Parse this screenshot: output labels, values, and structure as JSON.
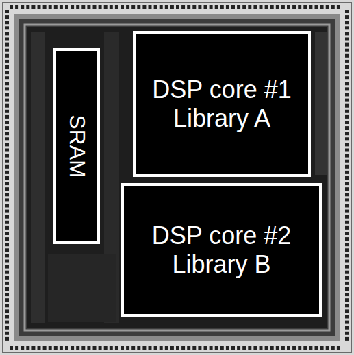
{
  "diagram": {
    "nodes": [
      {
        "text": [
          "SRAM"
        ]
      },
      {
        "text": [
          "DSP core #1 Library A"
        ]
      },
      {
        "text": [
          "DSP core #2 Library B"
        ]
      }
    ]
  }
}
